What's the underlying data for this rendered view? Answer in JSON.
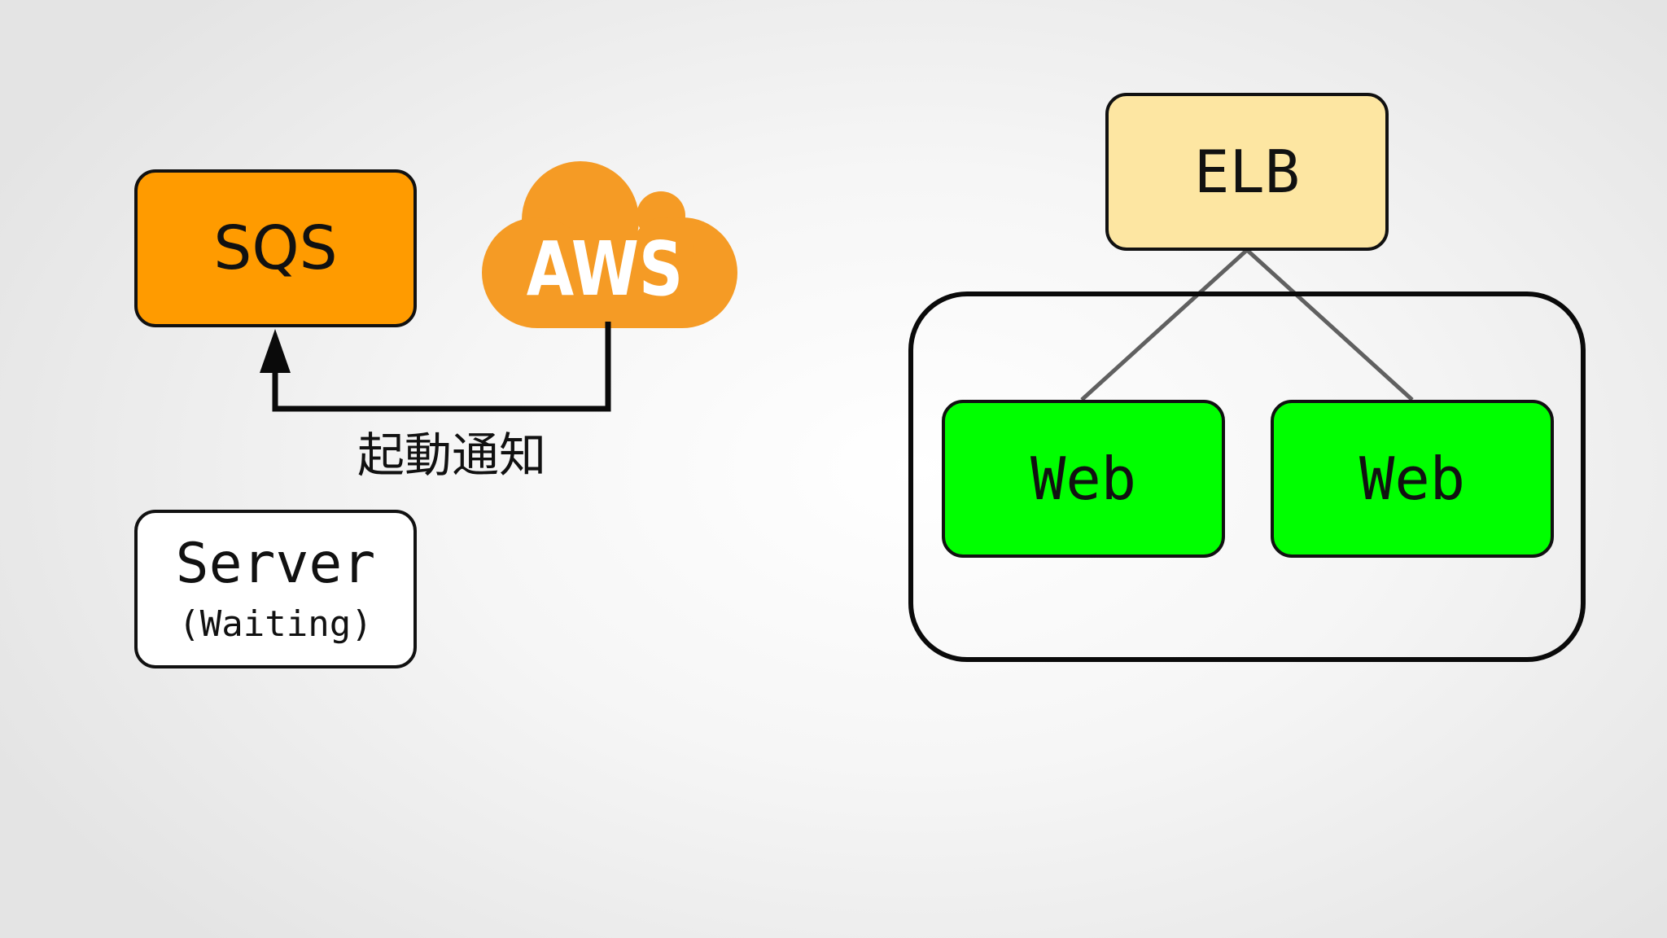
{
  "colors": {
    "sqs_fill": "#ff9b00",
    "elb_fill": "#fde6a2",
    "web_fill": "#00ff00",
    "server_fill": "#ffffff",
    "aws_cloud": "#f59b25",
    "connector": "#606060",
    "outline": "#111111"
  },
  "nodes": {
    "sqs": {
      "label": "SQS"
    },
    "server": {
      "label": "Server",
      "status": "(Waiting)"
    },
    "elb": {
      "label": "ELB"
    },
    "web": [
      {
        "label": "Web"
      },
      {
        "label": "Web"
      }
    ]
  },
  "aws_logo": {
    "icon": "aws-cloud-icon",
    "text": "AWS"
  },
  "edges": {
    "aws_to_sqs": {
      "label": "起動通知"
    }
  }
}
